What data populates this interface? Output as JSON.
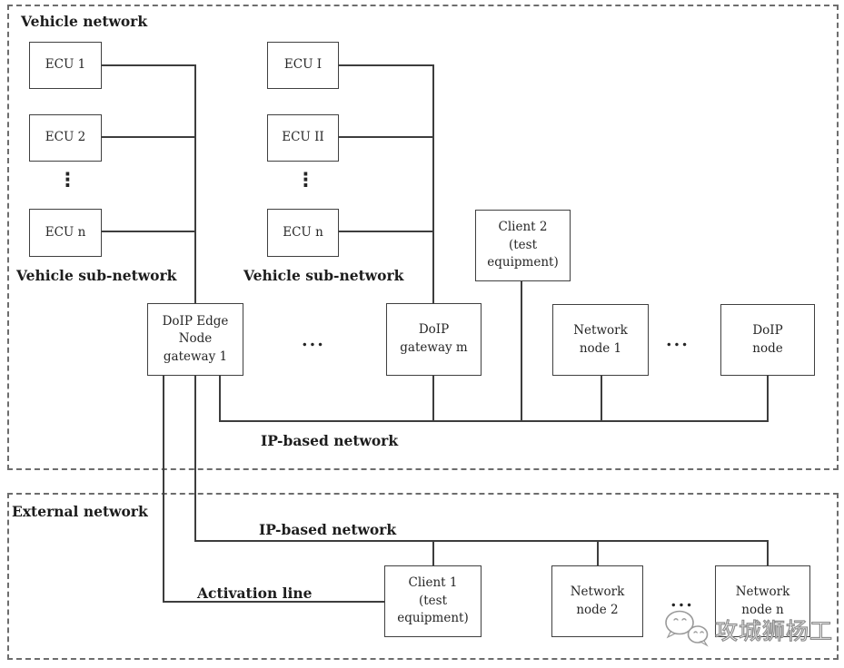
{
  "diagram": {
    "regions": {
      "vehicle": {
        "title": "Vehicle network"
      },
      "external": {
        "title": "External network"
      }
    },
    "group_labels": {
      "sub_network_left": "Vehicle sub-network",
      "sub_network_mid": "Vehicle sub-network",
      "ip_based_vehicle": "IP-based network",
      "ip_based_external": "IP-based network",
      "activation_line": "Activation line"
    },
    "nodes": {
      "ecu_1": {
        "label": "ECU  1"
      },
      "ecu_2": {
        "label": "ECU 2"
      },
      "ecu_n_left": {
        "label": "ECU n"
      },
      "ecu_i": {
        "label": "ECU I"
      },
      "ecu_ii": {
        "label": "ECU II"
      },
      "ecu_n_mid": {
        "label": "ECU n"
      },
      "client_2": {
        "label": "Client 2\n(test\nequipment)"
      },
      "doip_edge_node_gateway_1": {
        "label": "DoIP Edge\nNode\ngateway 1"
      },
      "doip_gateway_m": {
        "label": "DoIP\ngateway m"
      },
      "network_node_1": {
        "label": "Network\nnode 1"
      },
      "doip_node": {
        "label": "DoIP\nnode"
      },
      "client_1": {
        "label": "Client 1\n(test\nequipment)"
      },
      "network_node_2": {
        "label": "Network\nnode 2"
      },
      "network_node_n": {
        "label": "Network\nnode n"
      }
    },
    "ellipsis": {
      "gateways_row": "...",
      "nodes_row": "...",
      "external_row": "...",
      "ecu_left": "⋮",
      "ecu_mid": "⋮"
    },
    "watermark": {
      "text": "攻城狮杨工",
      "icon": "wechat-logo"
    },
    "colors": {
      "line": "#3d3d3d",
      "dashed_border": "#6d6d6d",
      "text": "#262626",
      "background": "#ffffff"
    }
  }
}
